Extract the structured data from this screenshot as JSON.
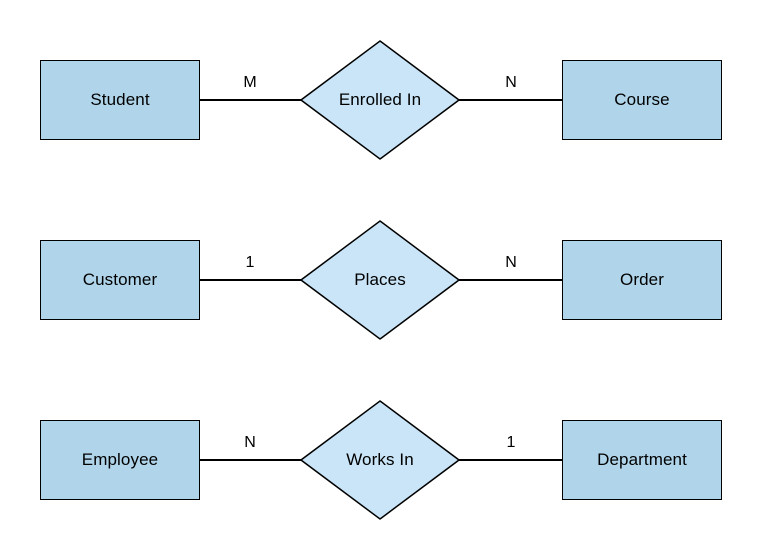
{
  "diagram": {
    "type": "entity-relationship-diagram",
    "background": "#ffffff",
    "entity_fill": "#b0d5ea",
    "relationship_fill": "#c9e5f7",
    "stroke_color": "#000000",
    "relationships": [
      {
        "left_entity": "Student",
        "left_cardinality": "M",
        "name": "Enrolled In",
        "right_cardinality": "N",
        "right_entity": "Course"
      },
      {
        "left_entity": "Customer",
        "left_cardinality": "1",
        "name": "Places",
        "right_cardinality": "N",
        "right_entity": "Order"
      },
      {
        "left_entity": "Employee",
        "left_cardinality": "N",
        "name": "Works In",
        "right_cardinality": "1",
        "right_entity": "Department"
      }
    ]
  }
}
